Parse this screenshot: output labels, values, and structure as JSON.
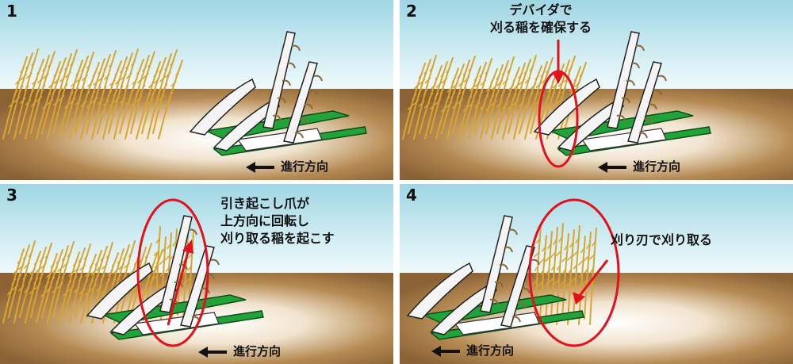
{
  "panels": [
    {
      "number": "1",
      "direction": "進行方向"
    },
    {
      "number": "2",
      "direction": "進行方向",
      "callout": [
        "デバイダで",
        "刈る稲を確保する"
      ]
    },
    {
      "number": "3",
      "direction": "進行方向",
      "callout": [
        "引き起こし爪が",
        "上方向に回転し",
        "刈り取る稲を起こす"
      ]
    },
    {
      "number": "4",
      "direction": "進行方向",
      "callout": [
        "刈り刃で刈り取る"
      ]
    }
  ],
  "colors": {
    "sky": "#bfe6ee",
    "soil": "#8a6234",
    "rice": "#d9a531",
    "frame_green": "#22a33a",
    "highlight_red": "#e3111b"
  }
}
